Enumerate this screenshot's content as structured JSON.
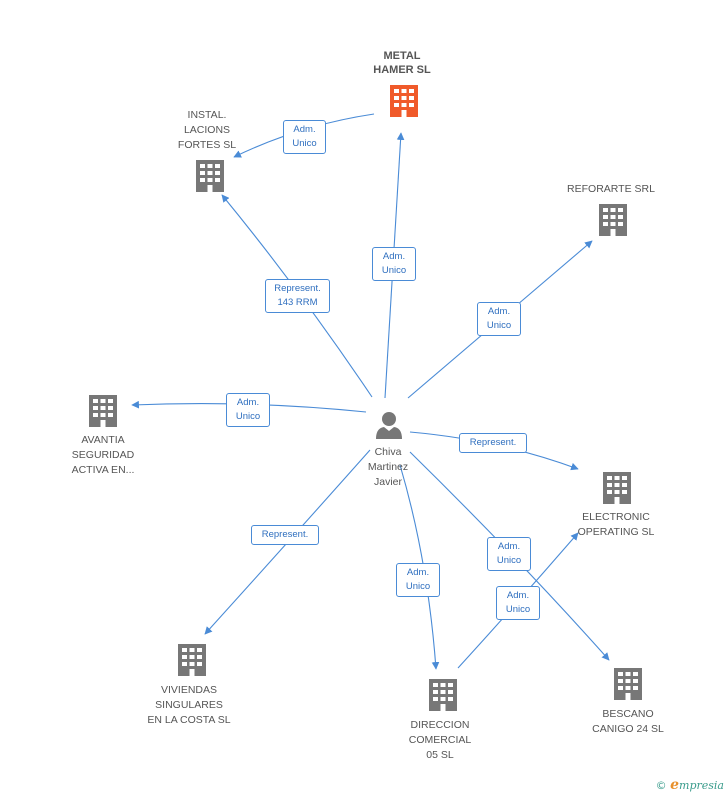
{
  "center": {
    "lines": [
      "Chiva",
      "Martinez",
      "Javier"
    ],
    "icon": "person-icon"
  },
  "companies": {
    "metal_hamer": {
      "lines": [
        "METAL",
        "HAMER SL"
      ],
      "icon": "building-icon",
      "highlight": "#f05a2a"
    },
    "instal_lacions": {
      "lines": [
        "INSTAL.",
        "LACIONS",
        "FORTES SL"
      ],
      "icon": "building-icon"
    },
    "reforarte": {
      "lines": [
        "REFORARTE SRL"
      ],
      "icon": "building-icon"
    },
    "avantia": {
      "lines": [
        "AVANTIA",
        "SEGURIDAD",
        "ACTIVA EN..."
      ],
      "icon": "building-icon"
    },
    "electronic": {
      "lines": [
        "ELECTRONIC",
        "OPERATING SL"
      ],
      "icon": "building-icon"
    },
    "viviendas": {
      "lines": [
        "VIVIENDAS",
        "SINGULARES",
        "EN LA COSTA SL"
      ],
      "icon": "building-icon"
    },
    "direccion": {
      "lines": [
        "DIRECCION",
        "COMERCIAL",
        "05 SL"
      ],
      "icon": "building-icon"
    },
    "bescano": {
      "lines": [
        "BESCANO",
        "CANIGO 24 SL"
      ],
      "icon": "building-icon"
    }
  },
  "relations": {
    "r_instal_metal": [
      "Adm.",
      "Unico"
    ],
    "r_center_metal": [
      "Adm.",
      "Unico"
    ],
    "r_center_instal": [
      "Represent.",
      "143 RRM"
    ],
    "r_center_reforarte": [
      "Adm.",
      "Unico"
    ],
    "r_center_avantia": [
      "Adm.",
      "Unico"
    ],
    "r_center_electronic": [
      "Represent."
    ],
    "r_center_viviendas": [
      "Represent."
    ],
    "r_center_direccion": [
      "Adm.",
      "Unico"
    ],
    "r_center_bescano": [
      "Adm.",
      "Unico"
    ],
    "r_direccion_electronic": [
      "Adm.",
      "Unico"
    ]
  },
  "colors": {
    "edge": "#4a8bd6",
    "icon": "#777777",
    "highlight": "#f05a2a",
    "label": "#2f6fbf"
  },
  "footer": {
    "copyright": "©",
    "brand_initial": "e",
    "brand_rest": "mpresia"
  }
}
